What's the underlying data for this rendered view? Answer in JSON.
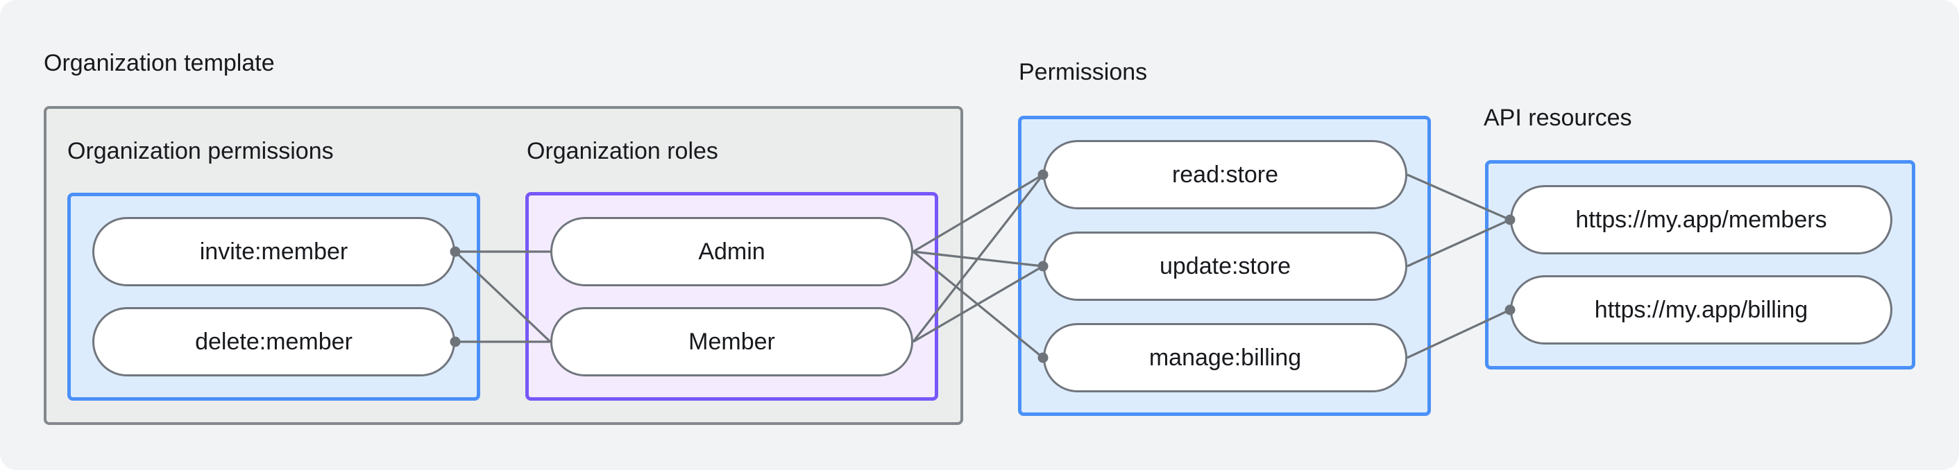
{
  "titles": {
    "org_template": "Organization template",
    "permissions": "Permissions",
    "api_resources": "API resources"
  },
  "org_template_box": {
    "permissions_header": "Organization permissions",
    "roles_header": "Organization roles",
    "permission_nodes": [
      {
        "id": "invite",
        "label": "invite:member"
      },
      {
        "id": "delete",
        "label": "delete:member"
      }
    ],
    "role_nodes": [
      {
        "id": "admin",
        "label": "Admin"
      },
      {
        "id": "member",
        "label": "Member"
      }
    ]
  },
  "permissions_box": {
    "nodes": [
      {
        "id": "read",
        "label": "read:store"
      },
      {
        "id": "update",
        "label": "update:store"
      },
      {
        "id": "manage",
        "label": "manage:billing"
      }
    ]
  },
  "api_resources_box": {
    "nodes": [
      {
        "id": "members",
        "label": "https://my.app/members"
      },
      {
        "id": "billing",
        "label": "https://my.app/billing"
      }
    ]
  },
  "connections": [
    {
      "from": "invite",
      "to": "admin"
    },
    {
      "from": "invite",
      "to": "member"
    },
    {
      "from": "delete",
      "to": "member"
    },
    {
      "from": "admin",
      "to": "read"
    },
    {
      "from": "admin",
      "to": "update"
    },
    {
      "from": "admin",
      "to": "manage"
    },
    {
      "from": "member",
      "to": "read"
    },
    {
      "from": "member",
      "to": "update"
    },
    {
      "from": "read",
      "to": "members"
    },
    {
      "from": "update",
      "to": "members"
    },
    {
      "from": "manage",
      "to": "billing"
    }
  ],
  "connection_dots": [
    "invite_r",
    "delete_r",
    "read_l",
    "update_l",
    "manage_l",
    "members_l",
    "billing_l"
  ],
  "colors": {
    "page_background": "#f1f3f4",
    "gray_box_fill": "#ebedec",
    "gray_box_border": "#83888d",
    "blue_box_fill": "#ddecfc",
    "blue_box_border": "#4a90f7",
    "purple_box_fill": "#f4ecfe",
    "purple_box_border": "#7857f8",
    "pill_fill": "#ffffff",
    "pill_border": "#71767e",
    "connector_line": "#6d7379",
    "text": "#17191d"
  }
}
